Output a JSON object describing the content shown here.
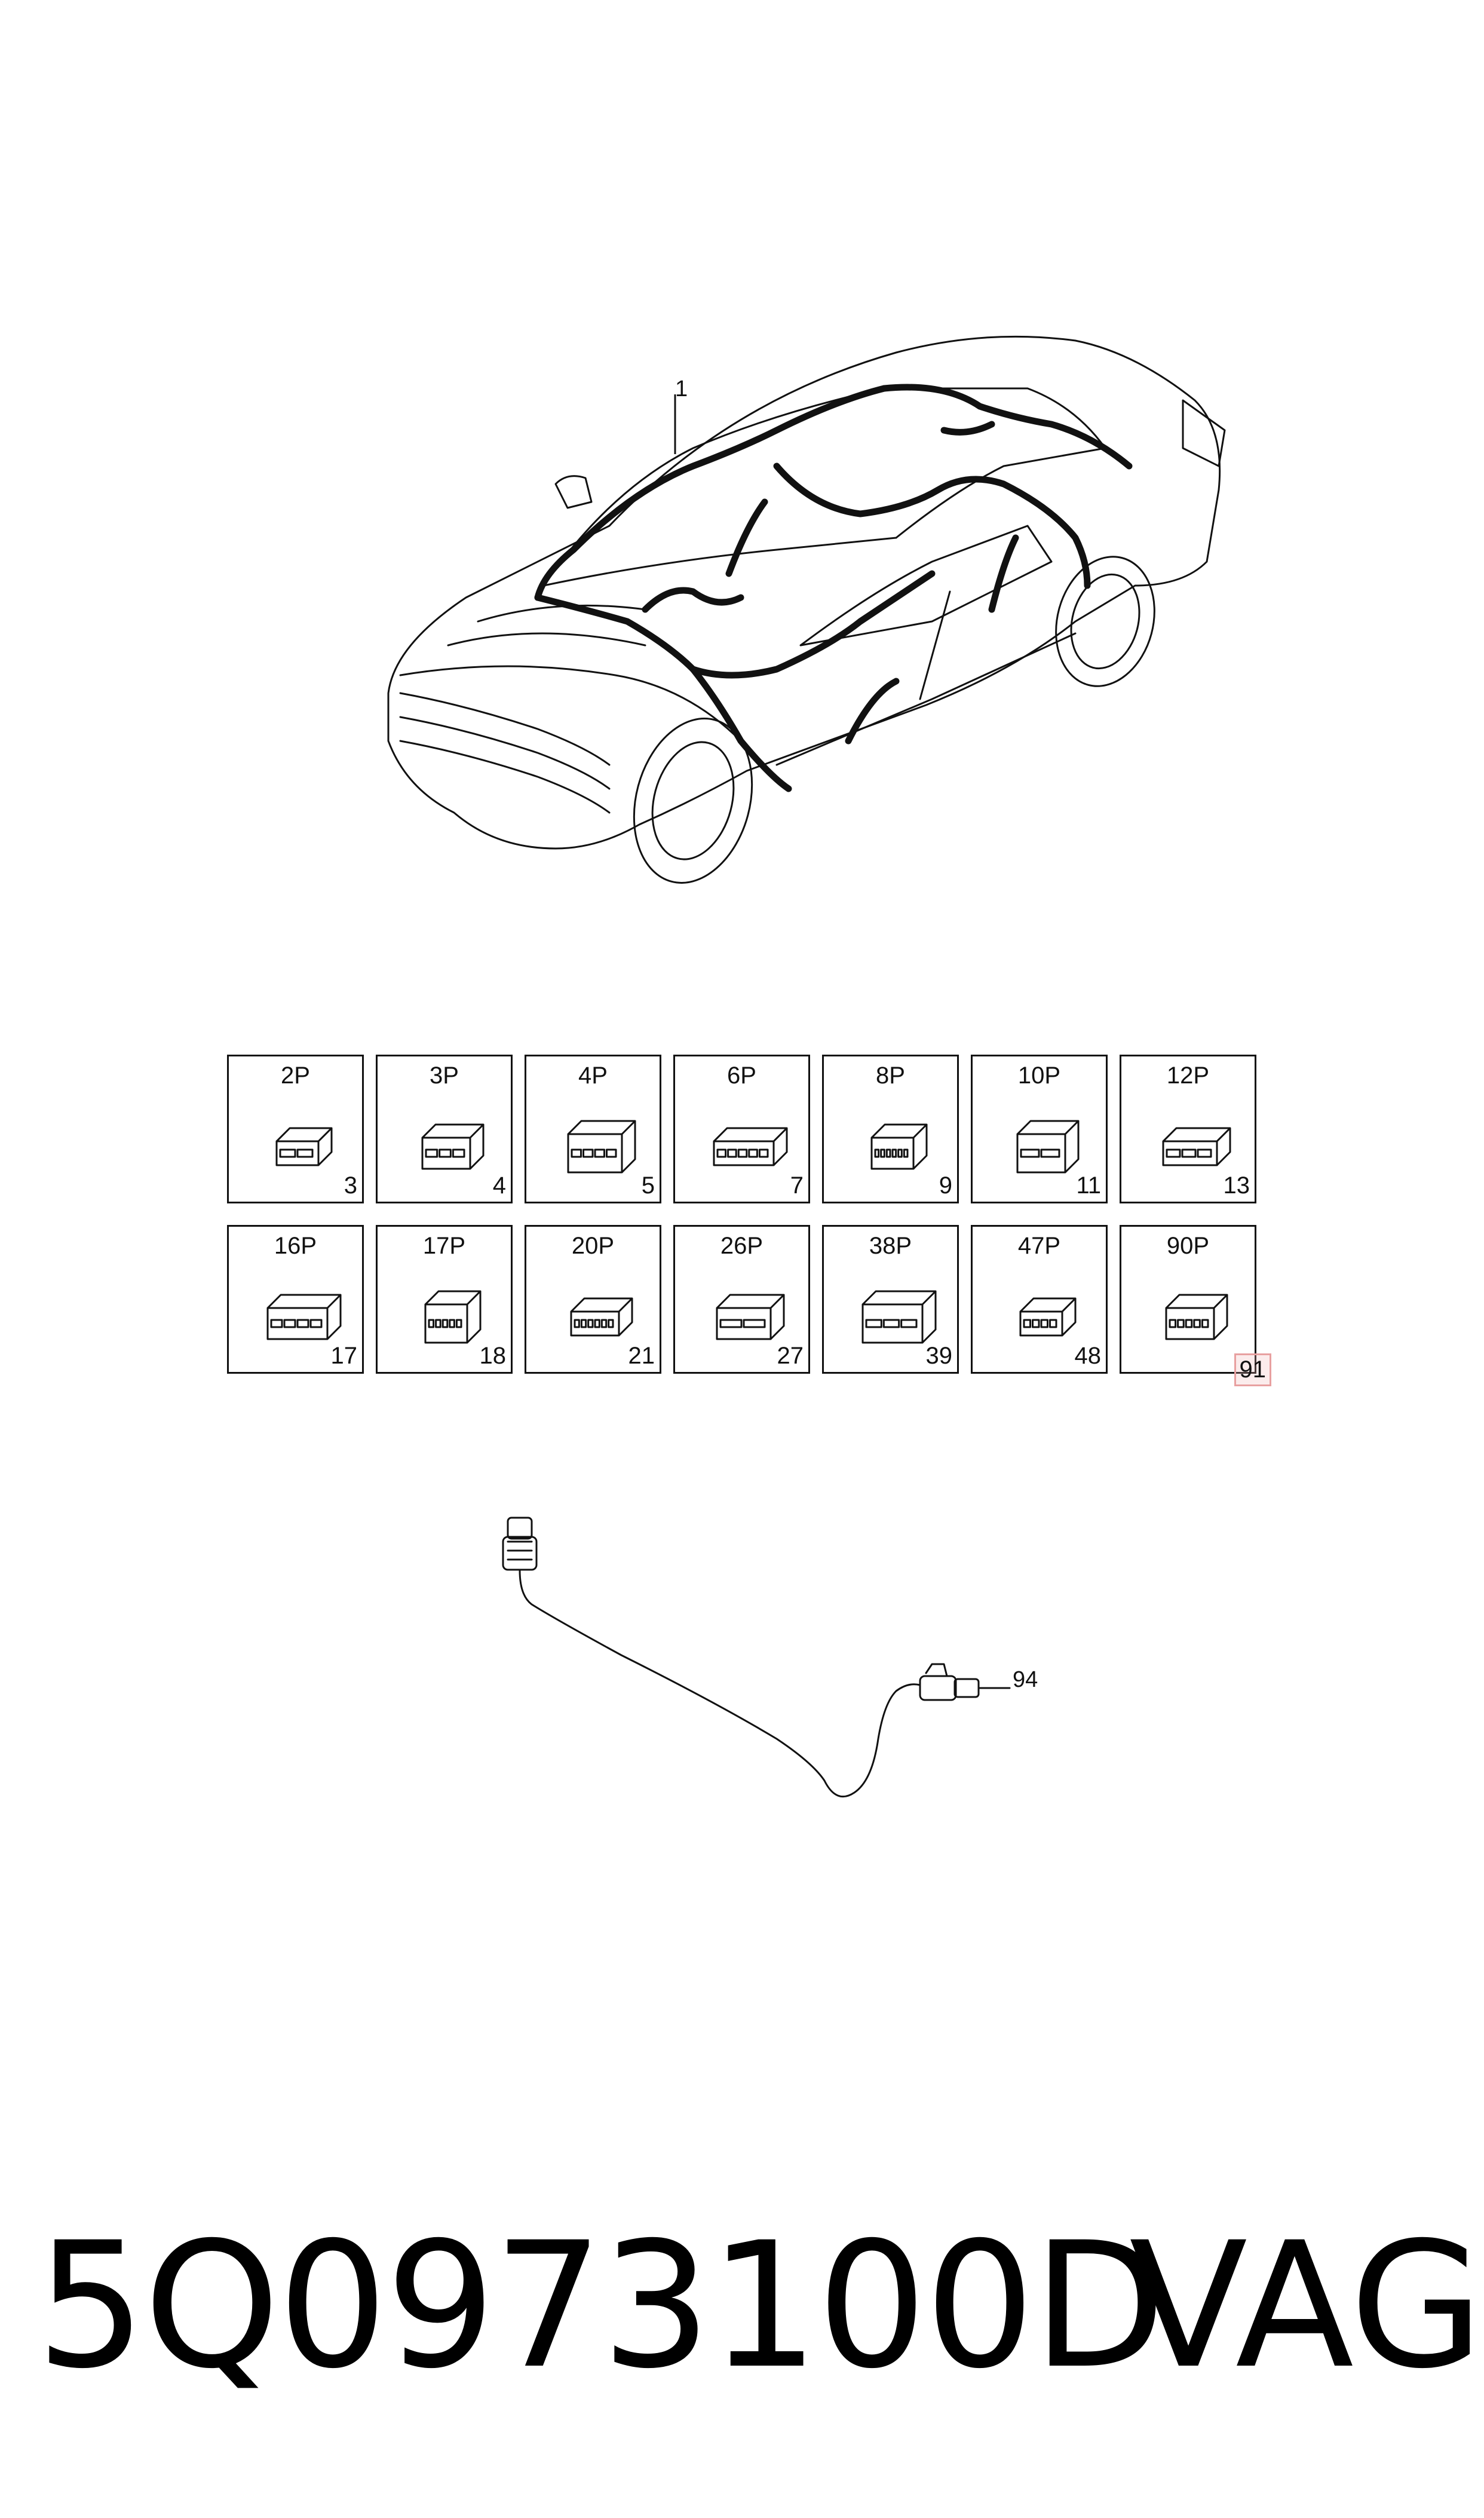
{
  "callouts": {
    "harness": "1",
    "sensor": "94"
  },
  "connectors": [
    {
      "pins": "2P",
      "num": "3"
    },
    {
      "pins": "3P",
      "num": "4"
    },
    {
      "pins": "4P",
      "num": "5"
    },
    {
      "pins": "6P",
      "num": "7"
    },
    {
      "pins": "8P",
      "num": "9"
    },
    {
      "pins": "10P",
      "num": "11"
    },
    {
      "pins": "12P",
      "num": "13"
    },
    {
      "pins": "16P",
      "num": "17"
    },
    {
      "pins": "17P",
      "num": "18"
    },
    {
      "pins": "20P",
      "num": "21"
    },
    {
      "pins": "26P",
      "num": "27"
    },
    {
      "pins": "38P",
      "num": "39"
    },
    {
      "pins": "47P",
      "num": "48"
    },
    {
      "pins": "90P",
      "num": "91"
    }
  ],
  "footer": {
    "part_number": "5Q0973100D",
    "brand": "VAG"
  },
  "colors": {
    "line": "#111111",
    "highlight": "#e8a0a0"
  }
}
